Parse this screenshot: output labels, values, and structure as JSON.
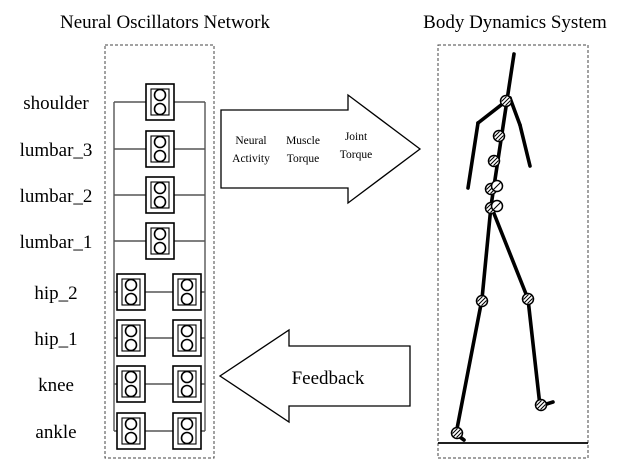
{
  "left_title": "Neural Oscillators Network",
  "right_title": "Body Dynamics System",
  "joints": [
    {
      "label": "shoulder",
      "oscillators": 1
    },
    {
      "label": "lumbar_3",
      "oscillators": 1
    },
    {
      "label": "lumbar_2",
      "oscillators": 1
    },
    {
      "label": "lumbar_1",
      "oscillators": 1
    },
    {
      "label": "hip_2",
      "oscillators": 2
    },
    {
      "label": "hip_1",
      "oscillators": 2
    },
    {
      "label": "knee",
      "oscillators": 2
    },
    {
      "label": "ankle",
      "oscillators": 2
    }
  ],
  "forward_arrow": {
    "items": [
      {
        "line1": "Neural",
        "line2": "Activity"
      },
      {
        "line1": "Muscle",
        "line2": "Torque"
      },
      {
        "line1": "Joint",
        "line2": "Torque"
      }
    ]
  },
  "feedback_arrow": {
    "label": "Feedback"
  }
}
